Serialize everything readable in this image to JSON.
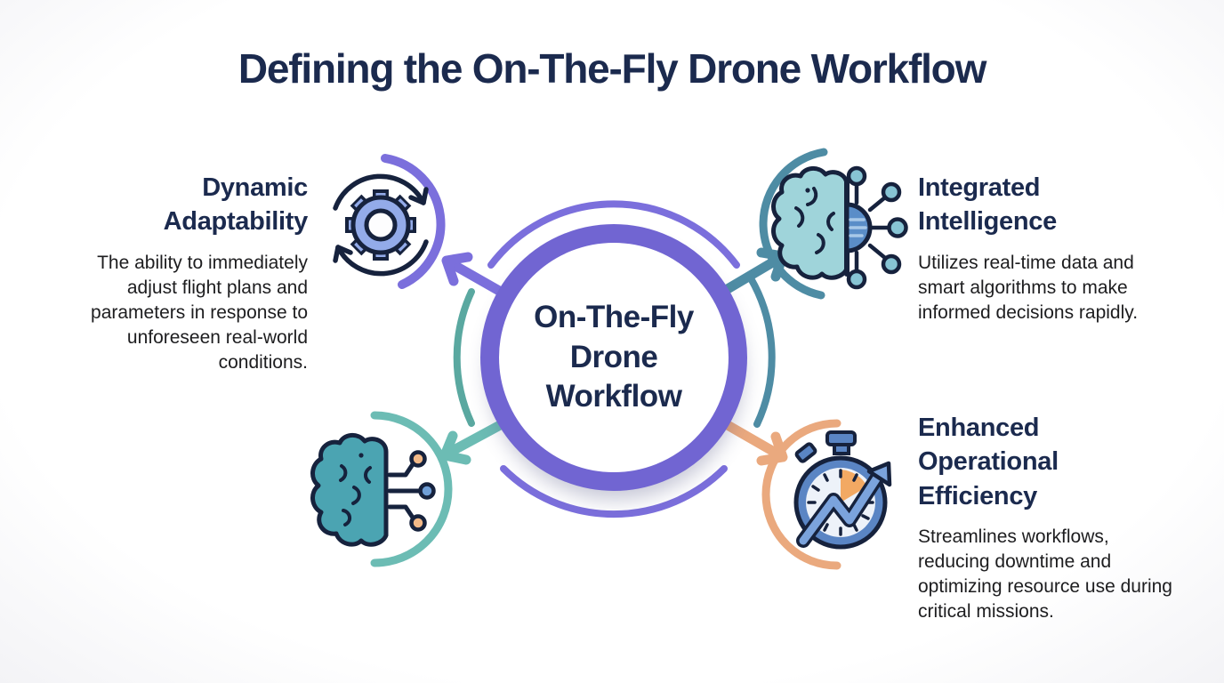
{
  "title": "Defining the On-The-Fly Drone Workflow",
  "center": {
    "label": "On-The-Fly\nDrone\nWorkflow"
  },
  "items": [
    {
      "id": "dynamic-adaptability",
      "position": "top-left",
      "icon": "gear-sync-icon",
      "accent": "#7b6fdc",
      "title": "Dynamic\nAdaptability",
      "description": "The ability to immediately adjust flight plans and parameters in response to unforeseen real-world conditions."
    },
    {
      "id": "integrated-intelligence",
      "position": "top-right",
      "icon": "brain-circuit-icon",
      "accent": "#4e8ca4",
      "title": "Integrated\nIntelligence",
      "description": "Utilizes real-time data and smart algorithms to make informed decisions rapidly."
    },
    {
      "id": "neural-network",
      "position": "bottom-left",
      "icon": "brain-network-icon",
      "accent": "#6cbcb4",
      "title": "",
      "description": ""
    },
    {
      "id": "enhanced-operational-efficiency",
      "position": "bottom-right",
      "icon": "stopwatch-growth-icon",
      "accent": "#eaa97e",
      "title": "Enhanced\nOperational\nEfficiency",
      "description": "Streamlines workflows, reducing downtime and optimizing resource use during critical missions."
    }
  ],
  "colors": {
    "background": "#ffffff",
    "heading": "#1b2a4e",
    "body_text": "#1d1d1f",
    "hub_ring": "#7165d2",
    "purple": "#7b6fdc",
    "teal_dark": "#4e8ca4",
    "teal_light": "#6cbcb4",
    "orange": "#eaa97e",
    "icon_outline": "#16223d",
    "gear_fill": "#93abe9",
    "brain_light_fill": "#9fd4da",
    "brain_teal_fill": "#4ba4b2",
    "chip_blue": "#5a8dc8",
    "node_teal": "#87c4d4",
    "node_orange": "#f2b988",
    "node_blue": "#6f9fd8",
    "stopwatch_blue": "#5a85c4",
    "stopwatch_face": "#edf2f9",
    "wedge_orange": "#f2a963",
    "trend_arrow_blue": "#7ba3dc"
  }
}
